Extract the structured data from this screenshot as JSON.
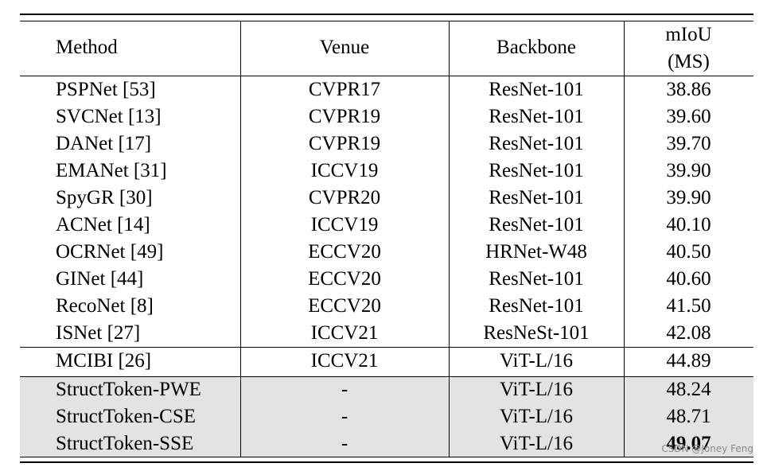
{
  "table": {
    "headers": {
      "method": "Method",
      "venue": "Venue",
      "backbone": "Backbone",
      "miou_line1": "mIoU",
      "miou_line2": "(MS)"
    },
    "rows": [
      {
        "method": "PSPNet [53]",
        "venue": "CVPR17",
        "backbone": "ResNet-101",
        "miou": "38.86",
        "highlight": false
      },
      {
        "method": "SVCNet [13]",
        "venue": "CVPR19",
        "backbone": "ResNet-101",
        "miou": "39.60",
        "highlight": false
      },
      {
        "method": "DANet [17]",
        "venue": "CVPR19",
        "backbone": "ResNet-101",
        "miou": "39.70",
        "highlight": false
      },
      {
        "method": "EMANet [31]",
        "venue": "ICCV19",
        "backbone": "ResNet-101",
        "miou": "39.90",
        "highlight": false
      },
      {
        "method": "SpyGR [30]",
        "venue": "CVPR20",
        "backbone": "ResNet-101",
        "miou": "39.90",
        "highlight": false
      },
      {
        "method": "ACNet [14]",
        "venue": "ICCV19",
        "backbone": "ResNet-101",
        "miou": "40.10",
        "highlight": false
      },
      {
        "method": "OCRNet [49]",
        "venue": "ECCV20",
        "backbone": "HRNet-W48",
        "miou": "40.50",
        "highlight": false
      },
      {
        "method": "GINet [44]",
        "venue": "ECCV20",
        "backbone": "ResNet-101",
        "miou": "40.60",
        "highlight": false
      },
      {
        "method": "RecoNet [8]",
        "venue": "ECCV20",
        "backbone": "ResNet-101",
        "miou": "41.50",
        "highlight": false
      },
      {
        "method": "ISNet [27]",
        "venue": "ICCV21",
        "backbone": "ResNeSt-101",
        "miou": "42.08",
        "highlight": false
      },
      {
        "method": "MCIBI [26]",
        "venue": "ICCV21",
        "backbone": "ViT-L/16",
        "miou": "44.89",
        "highlight": false
      },
      {
        "method": "StructToken-PWE",
        "venue": "-",
        "backbone": "ViT-L/16",
        "miou": "48.24",
        "highlight": true
      },
      {
        "method": "StructToken-CSE",
        "venue": "-",
        "backbone": "ViT-L/16",
        "miou": "48.71",
        "highlight": true
      },
      {
        "method": "StructToken-SSE",
        "venue": "-",
        "backbone": "ViT-L/16",
        "miou": "49.07",
        "highlight": true,
        "bold_miou": true
      }
    ]
  },
  "watermark": "CSDN @Joney Feng",
  "colors": {
    "highlight_row": "#e3e3e3",
    "rule": "#000000"
  }
}
